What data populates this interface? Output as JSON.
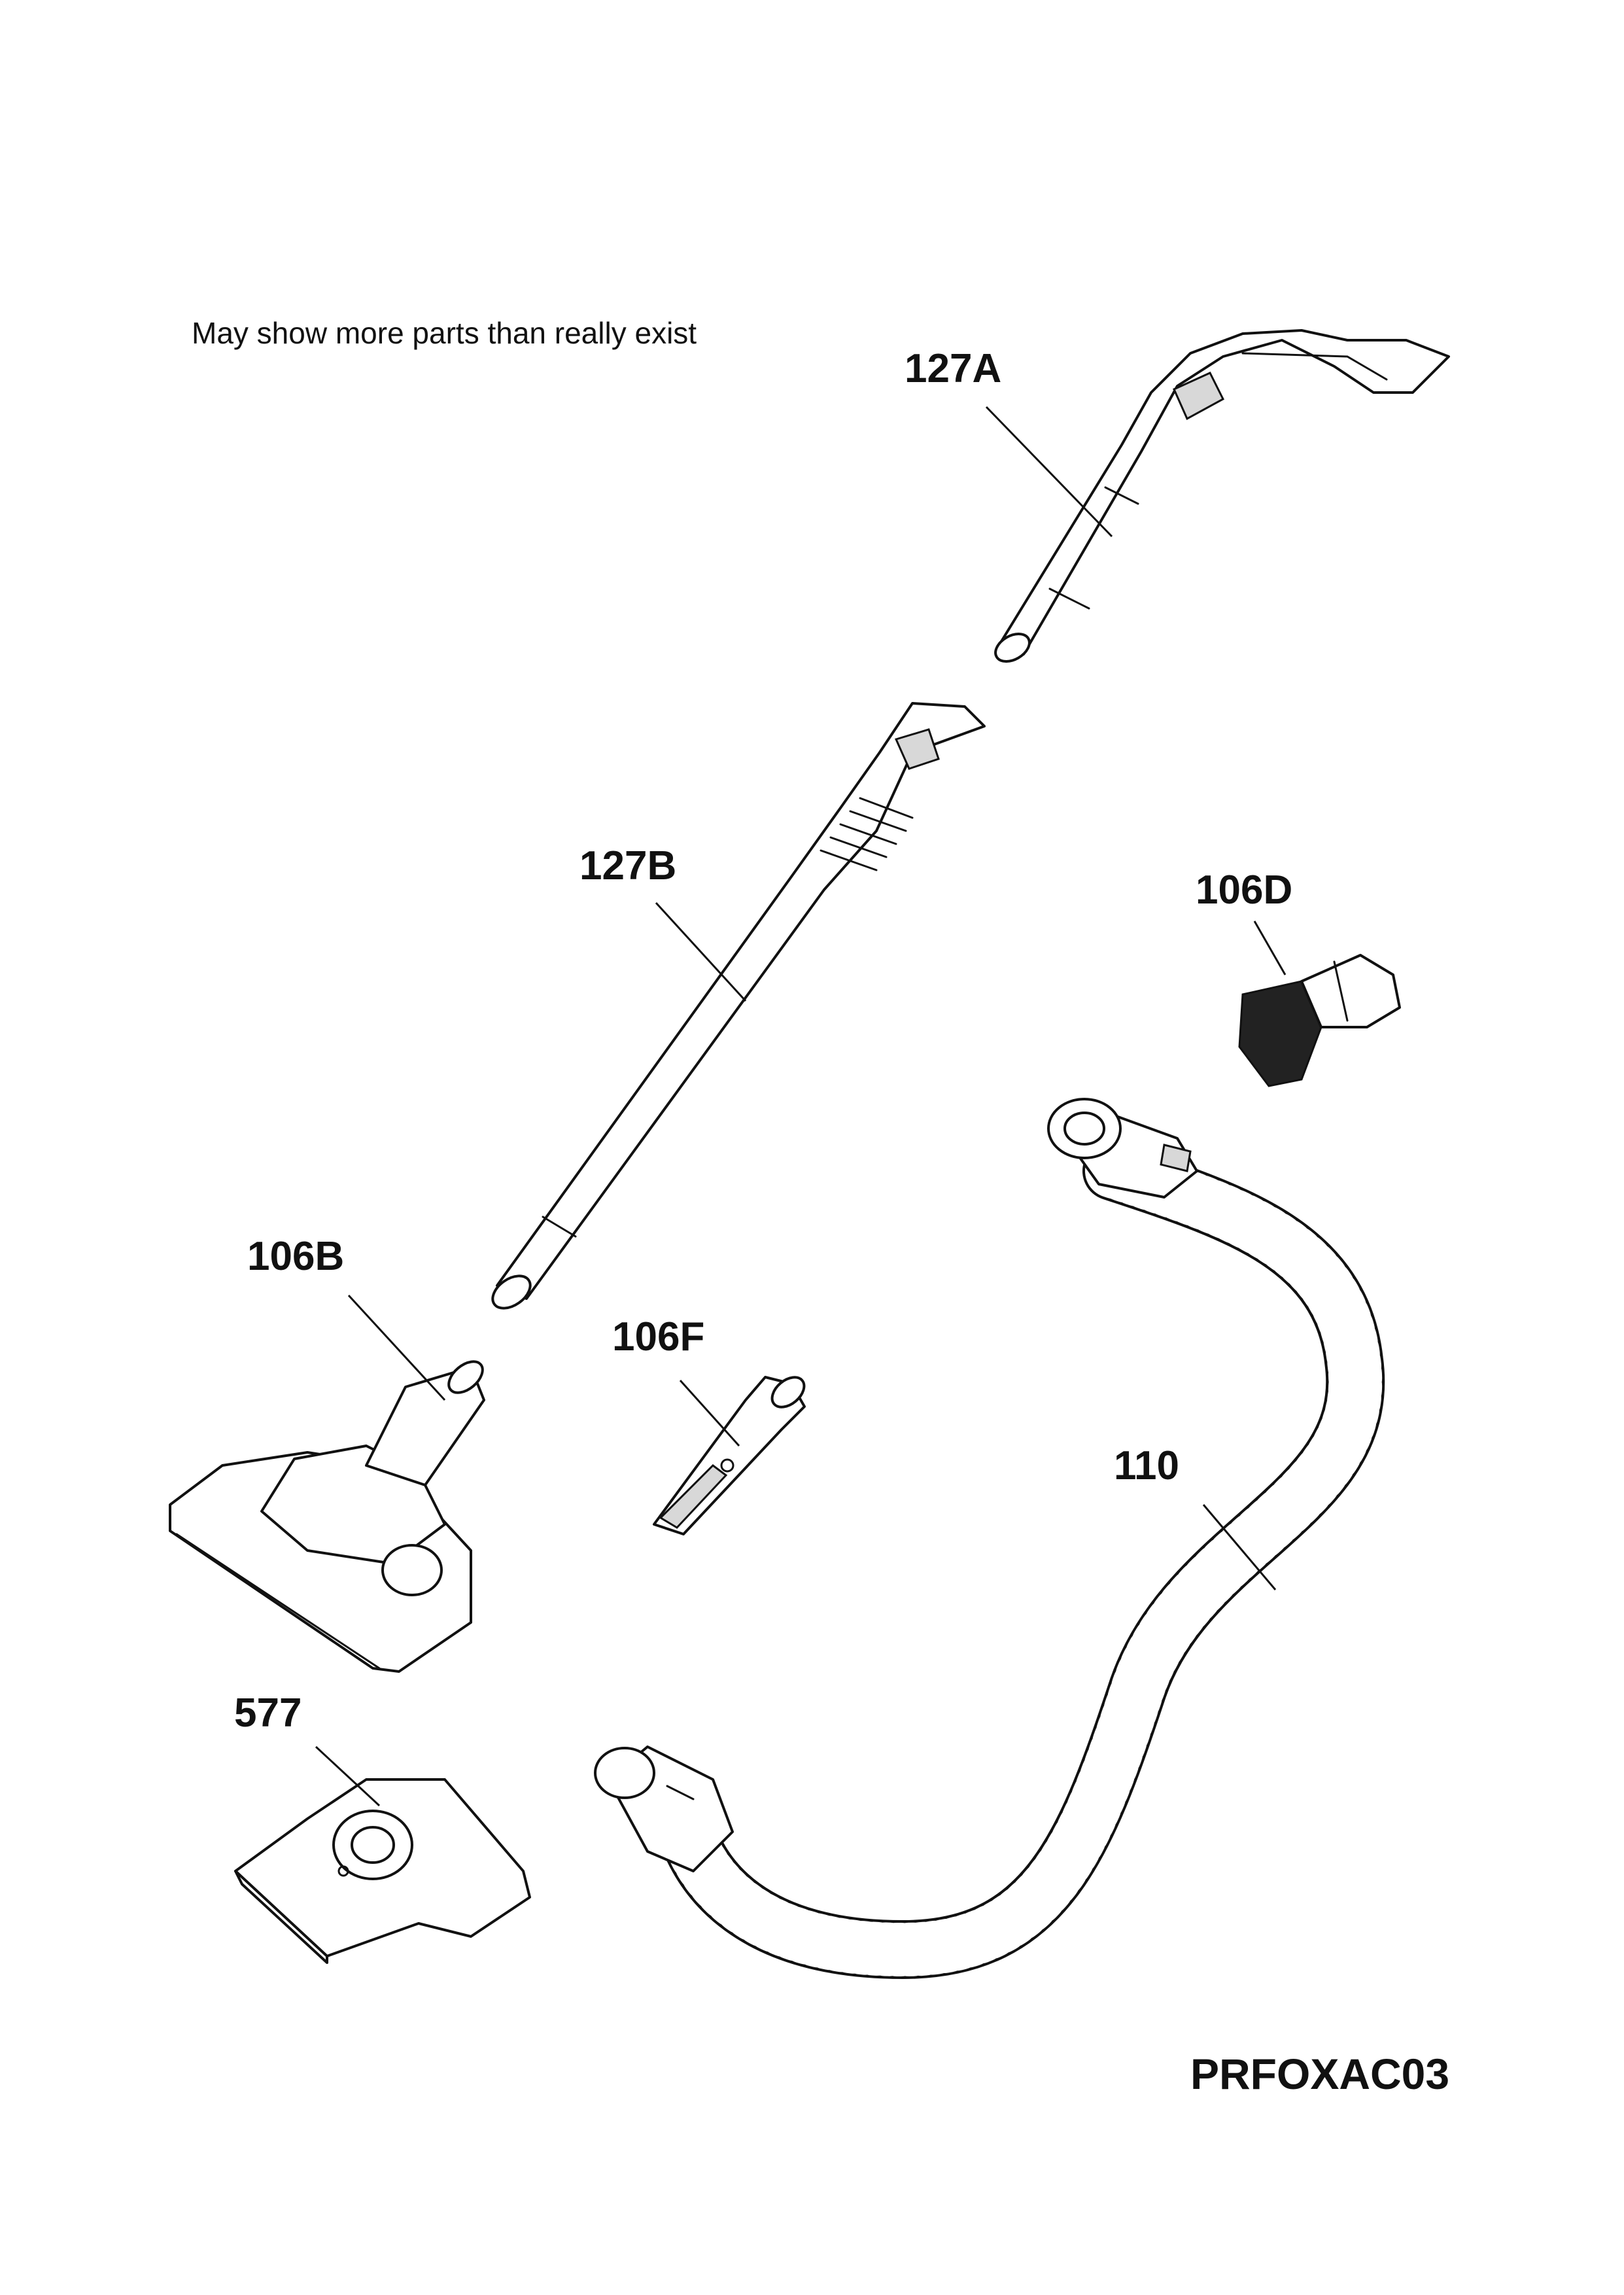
{
  "note": "May show more parts than really exist",
  "diagram_code": "PRFOXAC03",
  "parts": [
    {
      "id": "127A",
      "name": "handle"
    },
    {
      "id": "127B",
      "name": "telescopic tube"
    },
    {
      "id": "106D",
      "name": "dusting brush"
    },
    {
      "id": "106B",
      "name": "floor nozzle"
    },
    {
      "id": "106F",
      "name": "crevice tool"
    },
    {
      "id": "110",
      "name": "hose"
    },
    {
      "id": "577",
      "name": "dust bag"
    }
  ]
}
